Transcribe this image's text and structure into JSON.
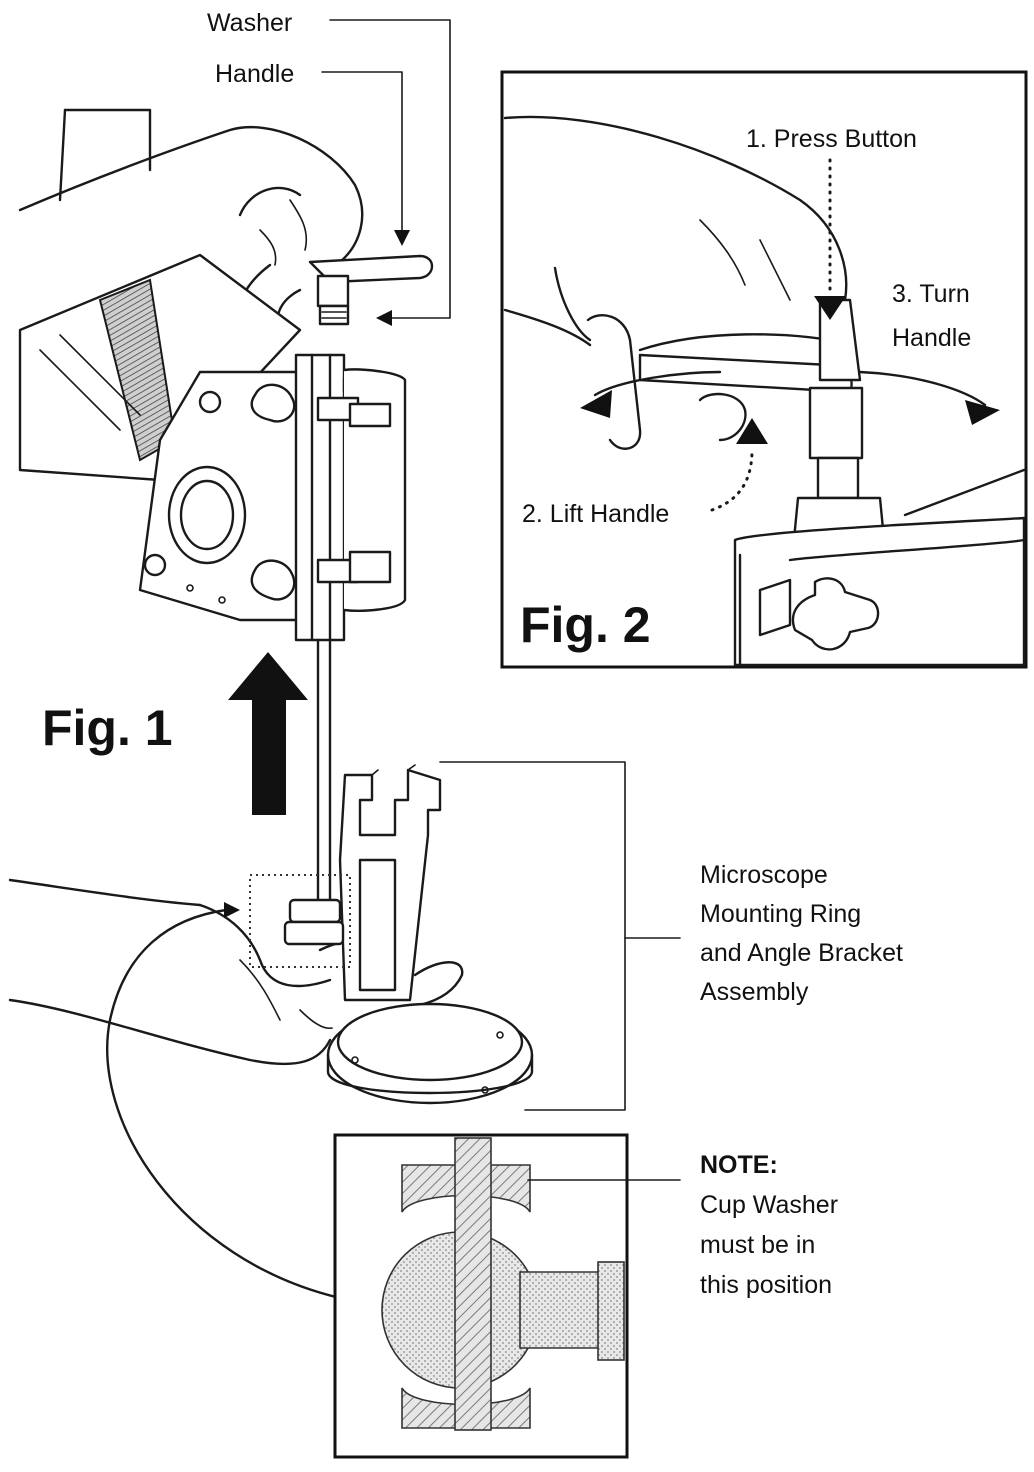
{
  "fig1": {
    "title": "Fig. 1",
    "callouts": {
      "washer": "Washer",
      "handle": "Handle"
    },
    "assembly_label": [
      "Microscope",
      "Mounting Ring",
      "and Angle Bracket",
      "Assembly"
    ],
    "note_heading": "NOTE:",
    "note_lines": [
      "Cup Washer",
      "must be in",
      "this position"
    ]
  },
  "fig2": {
    "title": "Fig. 2",
    "step1": "1. Press Button",
    "step2": "2. Lift Handle",
    "step3_line1": "3. Turn",
    "step3_line2": "Handle"
  }
}
